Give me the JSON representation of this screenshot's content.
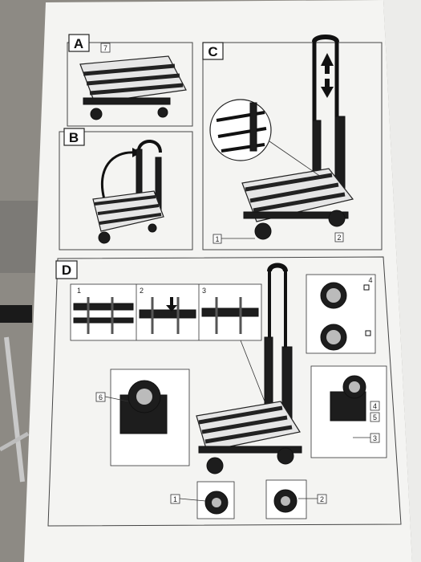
{
  "panels": {
    "A": {
      "label": "A",
      "callout": "7"
    },
    "B": {
      "label": "B"
    },
    "C": {
      "label": "C",
      "callouts": [
        "1",
        "2"
      ]
    },
    "D": {
      "label": "D",
      "steps": [
        "1",
        "2",
        "3"
      ],
      "callouts_main": [
        "1",
        "2"
      ],
      "callouts_left": [
        "6"
      ],
      "callouts_right": [
        "4",
        "5",
        "3"
      ],
      "callout_lock": "4"
    }
  },
  "colors": {
    "paper": "#f4f4f2",
    "ink": "#1d1d1d",
    "concrete": "#8c8a85"
  }
}
